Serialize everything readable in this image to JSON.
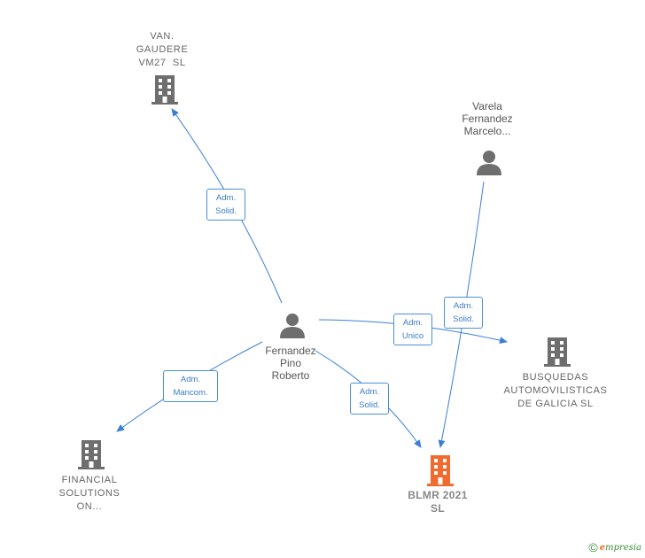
{
  "nodes": {
    "van_gaudere": {
      "label": [
        "VAN.",
        "GAUDERE",
        "VM27  SL"
      ],
      "type": "company"
    },
    "varela": {
      "label": [
        "Varela",
        "Fernandez",
        "Marcelo..."
      ],
      "type": "person"
    },
    "fernandez": {
      "label": [
        "Fernandez",
        "Pino",
        "Roberto"
      ],
      "type": "person"
    },
    "busquedas": {
      "label": [
        "BUSQUEDAS",
        "AUTOMOVILISTICAS",
        "DE GALICIA SL"
      ],
      "type": "company"
    },
    "financial": {
      "label": [
        "FINANCIAL",
        "SOLUTIONS",
        "ON..."
      ],
      "type": "company"
    },
    "blmr": {
      "label": [
        "BLMR 2021",
        "SL"
      ],
      "type": "company",
      "highlight": true
    }
  },
  "edges": {
    "to_van": {
      "from": "fernandez",
      "to": "van_gaudere",
      "label": [
        "Adm.",
        "Solid."
      ]
    },
    "to_busquedas": {
      "from": "fernandez",
      "to": "busquedas",
      "label": [
        "Adm.",
        "Unico"
      ]
    },
    "to_financial": {
      "from": "fernandez",
      "to": "financial",
      "label": [
        "Adm.",
        "Mancom."
      ]
    },
    "to_blmr_fer": {
      "from": "fernandez",
      "to": "blmr",
      "label": [
        "Adm.",
        "Solid."
      ]
    },
    "to_blmr_var": {
      "from": "varela",
      "to": "blmr",
      "label": [
        "Adm.",
        "Solid."
      ]
    }
  },
  "colors": {
    "edge": "#3a7fd5",
    "icon": "#6e6e6e",
    "highlight": "#f26a2e"
  },
  "footer": {
    "copyright": "©",
    "brand_e": "e",
    "brand_rest": "mpresia"
  }
}
